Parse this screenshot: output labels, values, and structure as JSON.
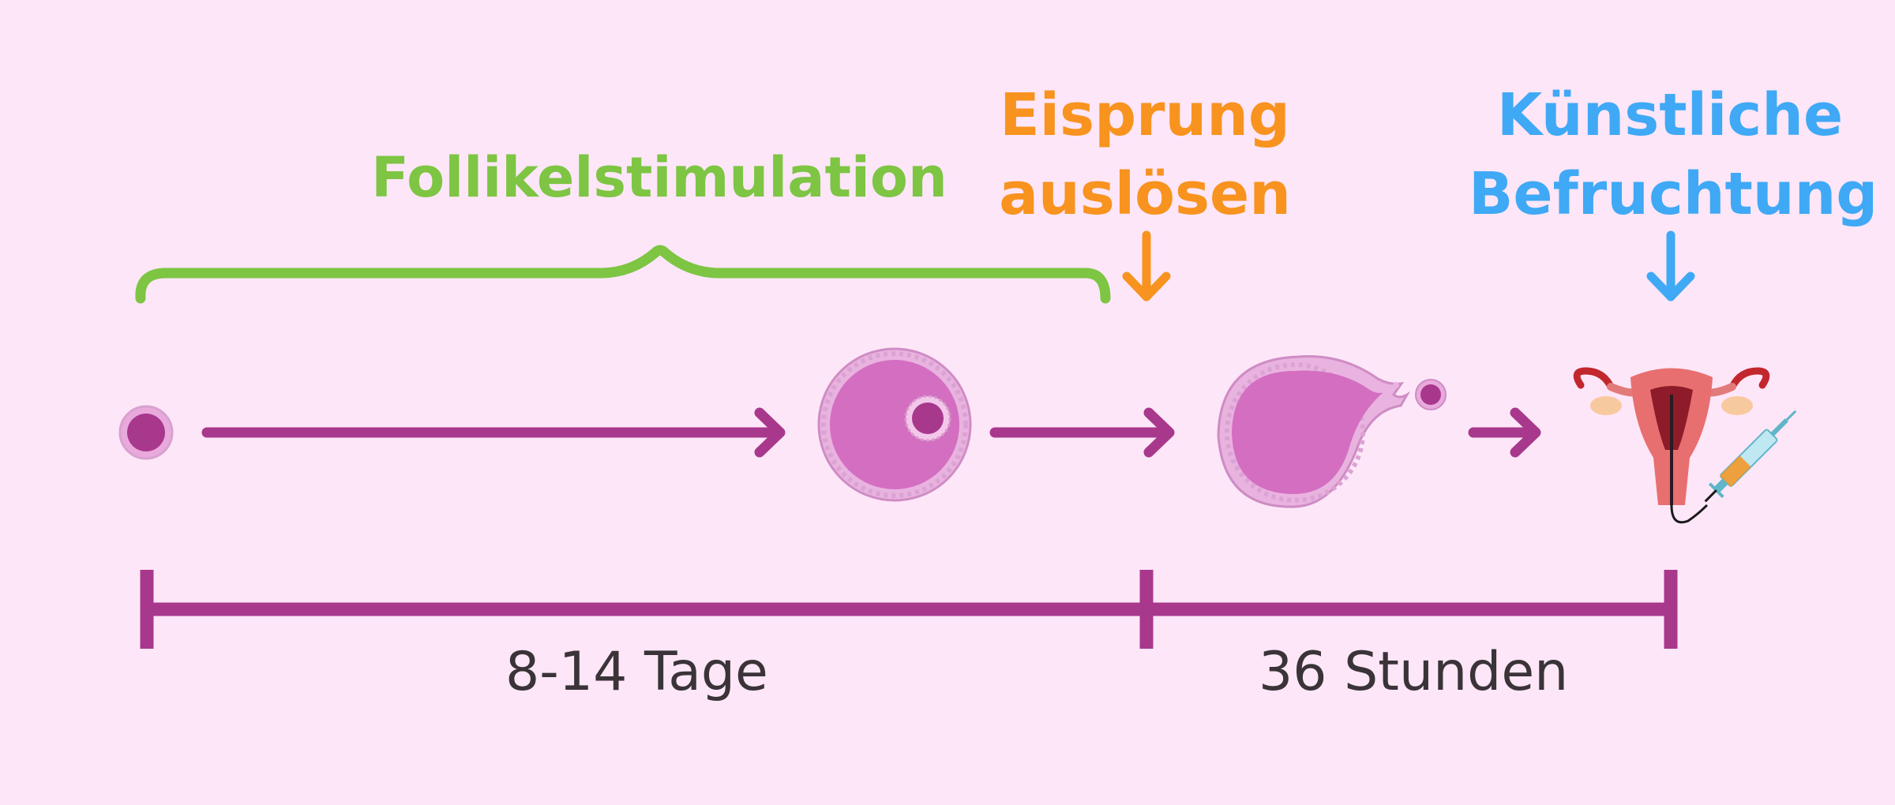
{
  "phases": {
    "stimulation": {
      "label": "Follikelstimulation",
      "color": "#7dc543"
    },
    "trigger": {
      "line1": "Eisprung",
      "line2": "auslösen",
      "color": "#f7931e"
    },
    "insemination": {
      "line1": "Künstliche",
      "line2": "Befruchtung",
      "color": "#3fa9f5"
    }
  },
  "durations": {
    "first": "8-14 Tage",
    "second": "36 Stunden"
  },
  "colors": {
    "timeline": "#a8388c",
    "follicle": "#d46ec1",
    "oocyte": "#a8388c",
    "background": "#fde6f8"
  },
  "icons": [
    "primordial-follicle-icon",
    "mature-follicle-icon",
    "ovulating-follicle-icon",
    "uterus-icon",
    "syringe-icon"
  ]
}
